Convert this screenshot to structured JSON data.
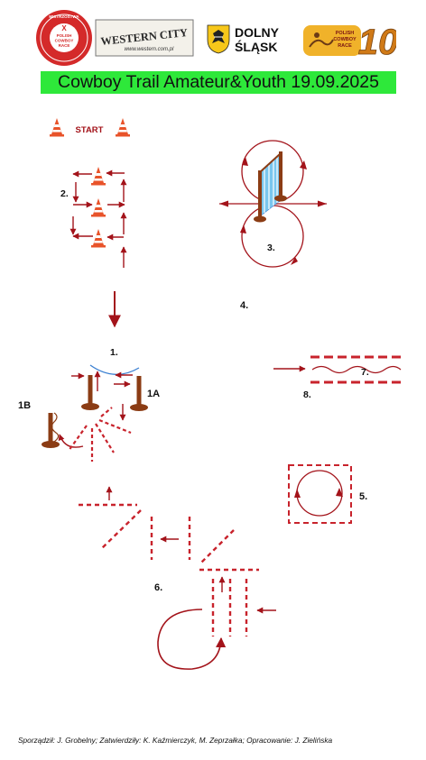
{
  "logos": {
    "polish_cowboy_race_badge": {
      "top_text": "MISTRZOSTWA",
      "center_line1": "POLISH",
      "center_line2": "COWBOY",
      "center_line3": "RACE",
      "numeral": "X",
      "icon": "round-badge-logo"
    },
    "western_city": {
      "name": "WESTERN CITY",
      "url": "www.western.com.pl",
      "icon": "western-city-logo"
    },
    "dolny_slask": {
      "line1": "DOLNY",
      "line2": "ŚLĄSK",
      "icon": "eagle-coat-of-arms"
    },
    "cowboy_race_10": {
      "line1": "POLISH",
      "line2": "COWBOY",
      "line3": "RACE",
      "number": "10",
      "icon": "cowboy-race-10-logo"
    }
  },
  "title": "Cowboy Trail Amateur&Youth 19.09.2025",
  "diagram": {
    "start_label": "START",
    "obstacles": {
      "o1": "1.",
      "o1a": "1A",
      "o1b": "1B",
      "o2": "2.",
      "o3": "3.",
      "o4": "4.",
      "o5": "5.",
      "o6": "6.",
      "o7": "7.",
      "o8": "8."
    }
  },
  "colors": {
    "title_bg": "#2ee83a",
    "arrow": "#a3131a",
    "post": "#8b3c14",
    "pole_red": "#c8232c",
    "rope_blue": "#3a7fd1",
    "gate_blue": "#79c6ee",
    "cone": "#e8532a"
  },
  "footer": "Sporządził: J. Grobelny; Zatwierdziły: K. Kaźmierczyk, M. Zeprzałka; Opracowanie: J. Zielińska"
}
